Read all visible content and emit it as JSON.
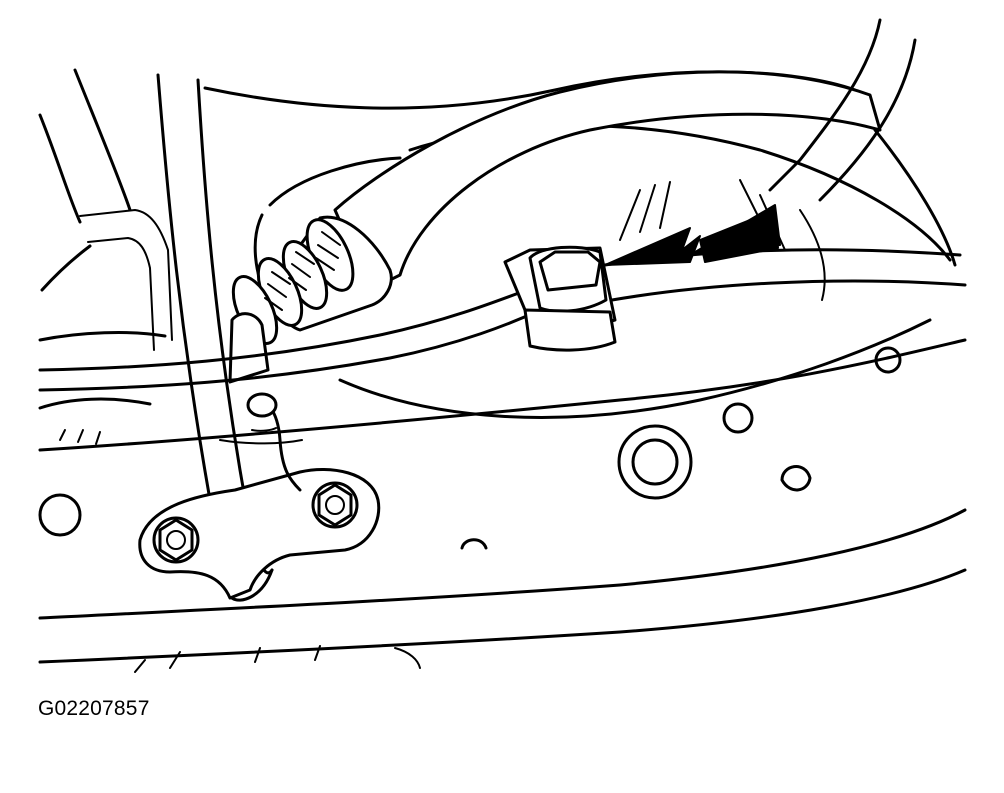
{
  "figure": {
    "code": "G02207857"
  },
  "components": {
    "subframe": "subframe-crossmember",
    "hose": "rubber-hose-with-ribbed-fitting",
    "pipe": "steel-line",
    "clip": "retaining-clip",
    "bracket": "mounting-bracket",
    "bolts": "flange-bolts",
    "arrow": "callout-double-arrow"
  },
  "colors": {
    "line": "#000000",
    "background": "#ffffff"
  }
}
